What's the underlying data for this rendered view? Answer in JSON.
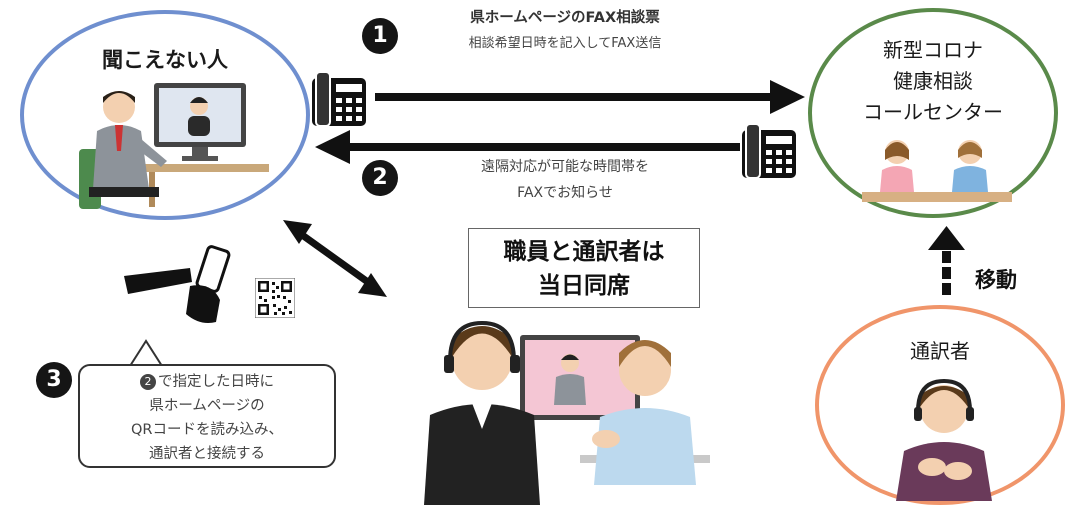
{
  "title": "",
  "nodes": {
    "deaf_person": {
      "label": "聞こえない人"
    },
    "call_center": {
      "lines": [
        "新型コロナ",
        "健康相談",
        "コールセンター"
      ]
    },
    "interpreter": {
      "label": "通訳者"
    }
  },
  "steps": [
    {
      "number": "1",
      "lines": [
        "県ホームページのFAX相談票",
        "相談希望日時を記入してFAX送信"
      ]
    },
    {
      "number": "2",
      "lines": [
        "遠隔対応が可能な時間帯を",
        "FAXでお知らせ"
      ]
    },
    {
      "number": "3",
      "lines": [
        "で指定した日時に",
        "県ホームページの",
        "QRコードを読み込み、",
        "通訳者と接続する"
      ],
      "ref": "2"
    }
  ],
  "staff_note": {
    "lines": [
      "職員と通訳者は",
      "当日同席"
    ]
  },
  "move_label": "移動",
  "colors": {
    "blue": "#6f8fcf",
    "green": "#5a8a4a",
    "orange": "#f0956a",
    "arrow": "#111111"
  },
  "icons": [
    "fax-phone-icon",
    "smartphone-icon",
    "qr-code-icon",
    "headset-icon"
  ]
}
